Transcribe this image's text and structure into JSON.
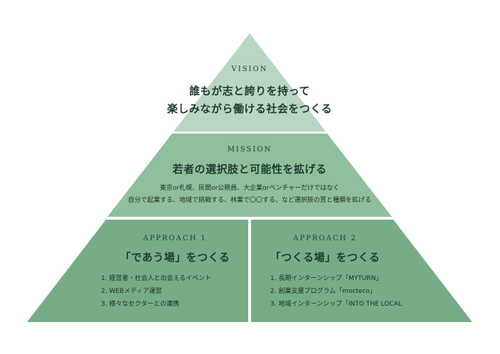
{
  "colors": {
    "background": "#ffffff",
    "tier_top": "#b9d6c2",
    "tier_middle": "#8fbf9d",
    "tier_bottom": "#76ad86",
    "text_dark": "#1f3d2e",
    "divider": "#ffffff"
  },
  "vision": {
    "label": "VISION",
    "heading_line1": "誰もが志と誇りを持って",
    "heading_line2": "楽しみながら働ける社会をつくる"
  },
  "mission": {
    "label": "MISSION",
    "heading": "若者の選択肢と可能性を拡げる",
    "body_line1": "東京or札幌、民間or公務員、大企業orベンチャーだけではなく",
    "body_line2": "自分で起業する、地域で挑戦する、林業で〇〇する、など選択肢の質と種類を拡げる"
  },
  "approach1": {
    "label": "APPROACH 1",
    "heading": "「であう場」をつくる",
    "items": [
      "1. 経営者・社会人と出会えるイベント",
      "2. WEBメディア運営",
      "3. 様々なセクターとの連携"
    ]
  },
  "approach2": {
    "label": "APPROACH 2",
    "heading": "「つくる場」をつくる",
    "items": [
      "1. 長期インターンシップ「MYTURN」",
      "2. 創業支援プログラム「mocteco」",
      "3. 地域インターンシップ「INTO THE LOCAL"
    ]
  }
}
